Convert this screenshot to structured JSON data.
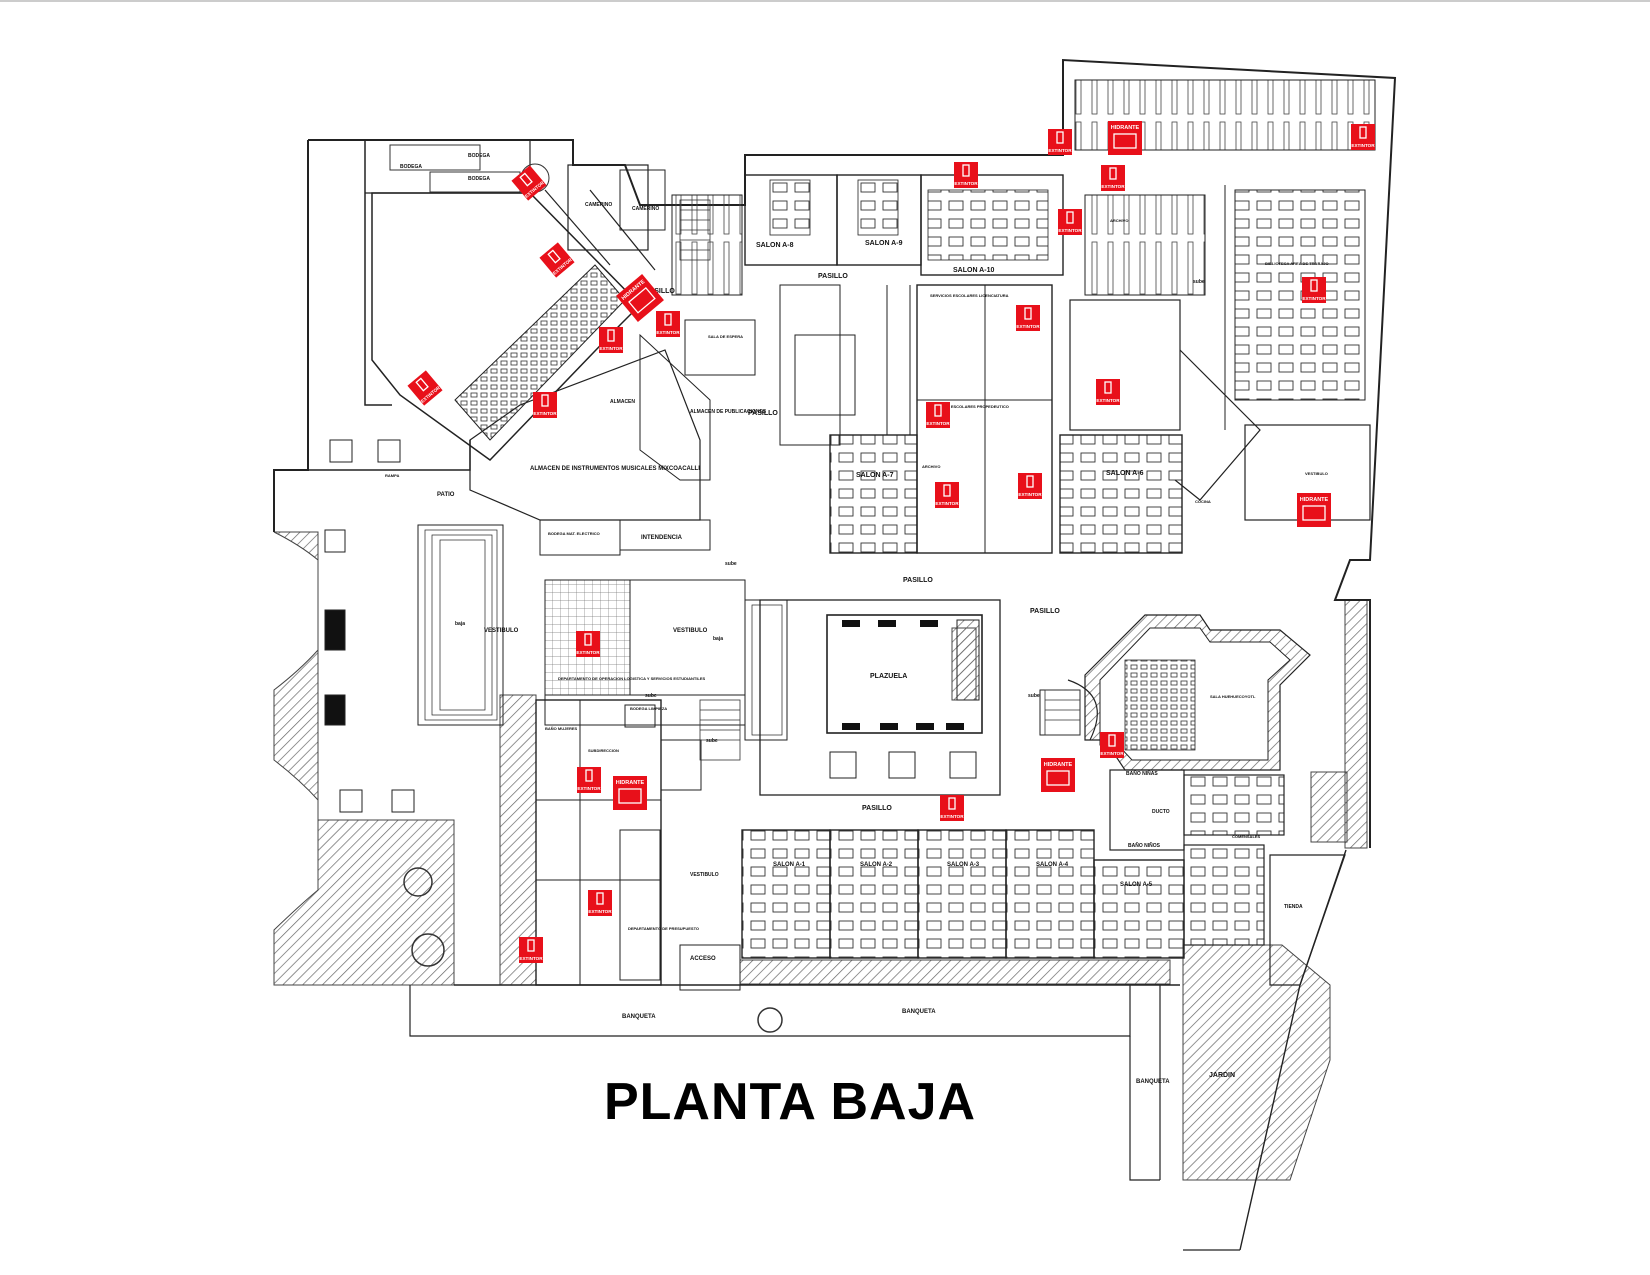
{
  "title": "PLANTA BAJA",
  "colors": {
    "marker": "#e8101a",
    "line": "#222222",
    "hatch": "#555555"
  },
  "marker_kinds": {
    "extintor": "EXTINTOR",
    "hidrante": "HIDRANTE"
  },
  "rooms": {
    "bodega_1": "BODEGA",
    "bodega_2": "BODEGA",
    "bodega_3": "BODEGA",
    "camerino_1": "CAMERINO",
    "camerino_2": "CAMERINO",
    "salon_a8": "SALON A-8",
    "salon_a9": "SALON A-9",
    "salon_a10": "SALON A-10",
    "pasillo_top": "PASILLO",
    "pasillo_left": "PASILLO",
    "pasillo_mid": "PASILLO",
    "pasillo_center": "PASILLO",
    "pasillo_right": "PASILLO",
    "pasillo_bottom": "PASILLO",
    "almacen": "ALMACEN",
    "almacen_publicaciones": "ALMACEN DE PUBLICACIONES",
    "almacen_instrumentos": "ALMACEN DE INSTRUMENTOS MUSICALES MIXCOACALLI",
    "patio": "PATIO",
    "rampa": "RAMPA",
    "salon_a7": "SALON A-7",
    "salon_a6": "SALON A-6",
    "servicios_escolares_1": "SERVICIOS ESCOLARES LICENCIATURA",
    "servicios_escolares_2": "SERVICIOS ESCOLARES PROPEDEUTICO",
    "bodega_electrico": "BODEGA MAT. ELECTRICO",
    "intendencia": "INTENDENCIA",
    "vestibulo_1": "VESTIBULO",
    "vestibulo_2": "VESTIBULO",
    "vestibulo_3": "VESTIBULO",
    "vestibulo_4": "VESTIBULO",
    "depto_operacion": "DEPARTAMENTO DE OPERACION LOGISTICA Y SERVICIOS ESTUDIANTILES",
    "plazuela": "PLAZUELA",
    "sala_huehuecoyotl": "SALA HUEHUECOYOTL",
    "bano_mujeres": "BAÑO MUJERES",
    "bodega_limpieza": "BODEGA LIMPIEZA",
    "bano_ninas": "BAÑO NIÑAS",
    "bano_ninos": "BAÑO NIÑOS",
    "ducto": "DUCTO",
    "comensales": "COMENSALES",
    "tienda": "TIENDA",
    "salon_a1": "SALON A-1",
    "salon_a2": "SALON A-2",
    "salon_a3": "SALON A-3",
    "salon_a4": "SALON A-4",
    "salon_a5": "SALON A-5",
    "acceso": "ACCESO",
    "banqueta_1": "BANQUETA",
    "banqueta_2": "BANQUETA",
    "banqueta_3": "BANQUETA",
    "jardin": "JARDIN",
    "archivo_1": "ARCHIVO",
    "archivo_2": "ARCHIVO",
    "cocina": "COCINA",
    "biblioteca": "BIBLIOTECA AREA DE TRABAJO",
    "sala_espera": "SALA DE ESPERA",
    "depto_presupuesto": "DEPARTAMENTO DE PRESUPUESTO",
    "subdirector": "SUBDIRECCION"
  },
  "annotations": {
    "baja_1": "baja",
    "baja_2": "baja",
    "sube_1": "sube",
    "sube_2": "sube",
    "sube_3": "sube",
    "sube_4": "sube",
    "sube_5": "sube"
  }
}
